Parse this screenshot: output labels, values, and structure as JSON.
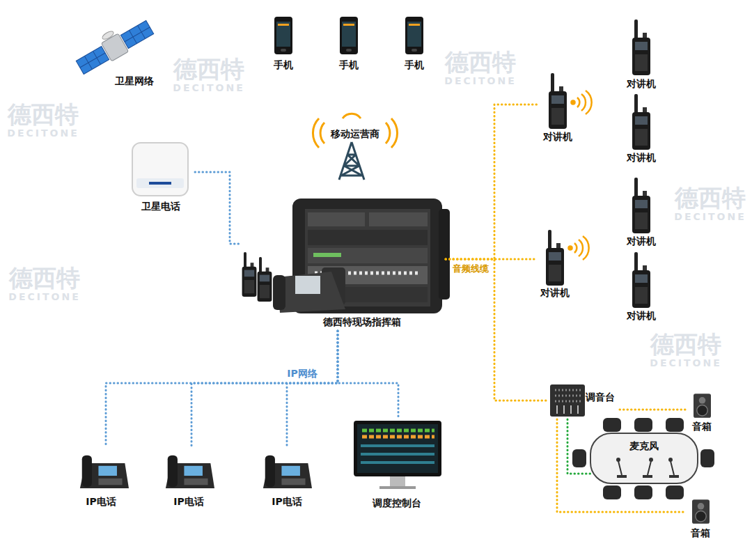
{
  "diagram": {
    "nodes": [
      {
        "text": [
          "卫星网络"
        ]
      },
      {
        "text": [
          "手机"
        ]
      },
      {
        "text": [
          "手机"
        ]
      },
      {
        "text": [
          "手机"
        ]
      },
      {
        "text": [
          "对讲机"
        ]
      },
      {
        "text": [
          "移动运营商"
        ]
      },
      {
        "text": [
          "对讲机"
        ]
      },
      {
        "text": [
          "对讲机"
        ]
      },
      {
        "text": [
          "卫星电话"
        ]
      },
      {
        "text": [
          "对讲机"
        ]
      },
      {
        "text": [
          "德西特现场指挥箱"
        ]
      },
      {
        "text": [
          "对讲机"
        ]
      },
      {
        "text": [
          "对讲机"
        ]
      },
      {
        "text": [
          "调音台"
        ]
      },
      {
        "text": [
          "音箱"
        ]
      },
      {
        "text": [
          "麦克风"
        ]
      },
      {
        "text": [
          "IP电话"
        ]
      },
      {
        "text": [
          "IP电话"
        ]
      },
      {
        "text": [
          "IP电话"
        ]
      },
      {
        "text": [
          "调度控制台"
        ]
      },
      {
        "text": [
          "音箱"
        ]
      }
    ],
    "edges": [
      {
        "from": 8,
        "to": 10,
        "arrow": "none"
      },
      {
        "from": 10,
        "to": 6,
        "arrow": "none"
      },
      {
        "from": 10,
        "to": 11,
        "label": "音频线缆",
        "arrow": "none"
      },
      {
        "from": 10,
        "to": 13,
        "arrow": "none"
      },
      {
        "from": 13,
        "to": 14,
        "arrow": "none"
      },
      {
        "from": 13,
        "to": 15,
        "arrow": "none"
      },
      {
        "from": 13,
        "to": 20,
        "arrow": "none"
      },
      {
        "from": 10,
        "to": 16,
        "arrow": "none"
      },
      {
        "from": 10,
        "to": 17,
        "arrow": "none"
      },
      {
        "from": 10,
        "to": 18,
        "arrow": "none"
      },
      {
        "from": 10,
        "to": 19,
        "arrow": "none"
      }
    ],
    "labels": [
      "IP网络",
      "德西特",
      "DECITONE",
      "德西特",
      "DECITONE",
      "德西特",
      "DECITONE",
      "德西特",
      "DECITONE",
      "德西特",
      "DECITONE",
      "德西特",
      "DECITONE"
    ]
  }
}
